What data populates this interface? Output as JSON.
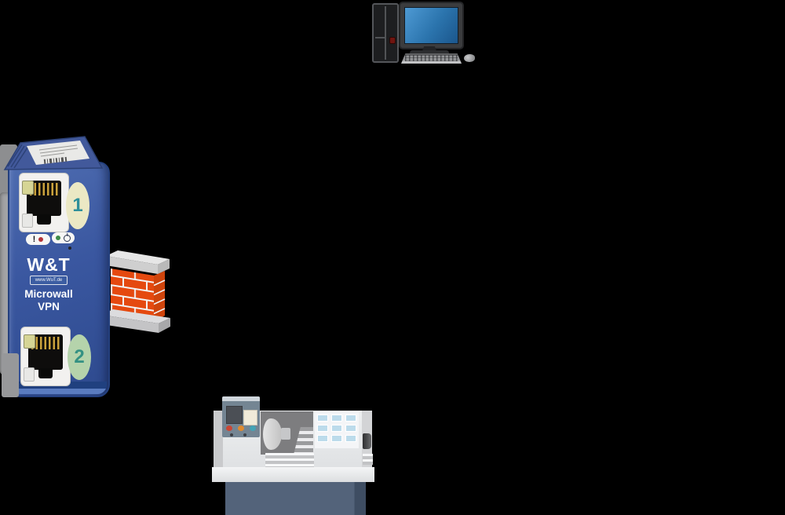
{
  "scene": {
    "background": "#000000",
    "description_nodes": [
      "desktop-pc",
      "microwall-vpn-device",
      "firewall-brick-wall",
      "cnc-machine"
    ]
  },
  "microwall": {
    "logo_text": "W&T",
    "logo_url": "www.WuT.de",
    "product_name": "Microwall",
    "product_variant": "VPN",
    "port1_label": "1",
    "port2_label": "2",
    "alarm_label": "!"
  },
  "colors": {
    "device_body_blue": "#3a57a0",
    "device_edge_navy": "#24407e",
    "port_badge1_cream": "#ebe8c4",
    "port_badge2_green": "#b5d3ab",
    "badge_number_teal": "#2e8f9a",
    "led_red": "#b23338",
    "led_green": "#3e8c49",
    "brick_orange": "#e5490f",
    "brick_side_orange": "#cf440c",
    "mortar_white": "#f3f3f3",
    "monitor_screen_blue_top": "#4e9ad4",
    "monitor_screen_blue_bottom": "#1b568c",
    "machine_body_gray": "#e7e9ea",
    "machine_opening_gray": "#7d7d7f",
    "machine_base_slate": "#53637a",
    "machine_button_blue": "#bcdbeb",
    "panel_slate": "#748593",
    "panel_button_red": "#cb4634",
    "panel_button_orange": "#e08a2e",
    "panel_button_cyan": "#44a3b4"
  }
}
